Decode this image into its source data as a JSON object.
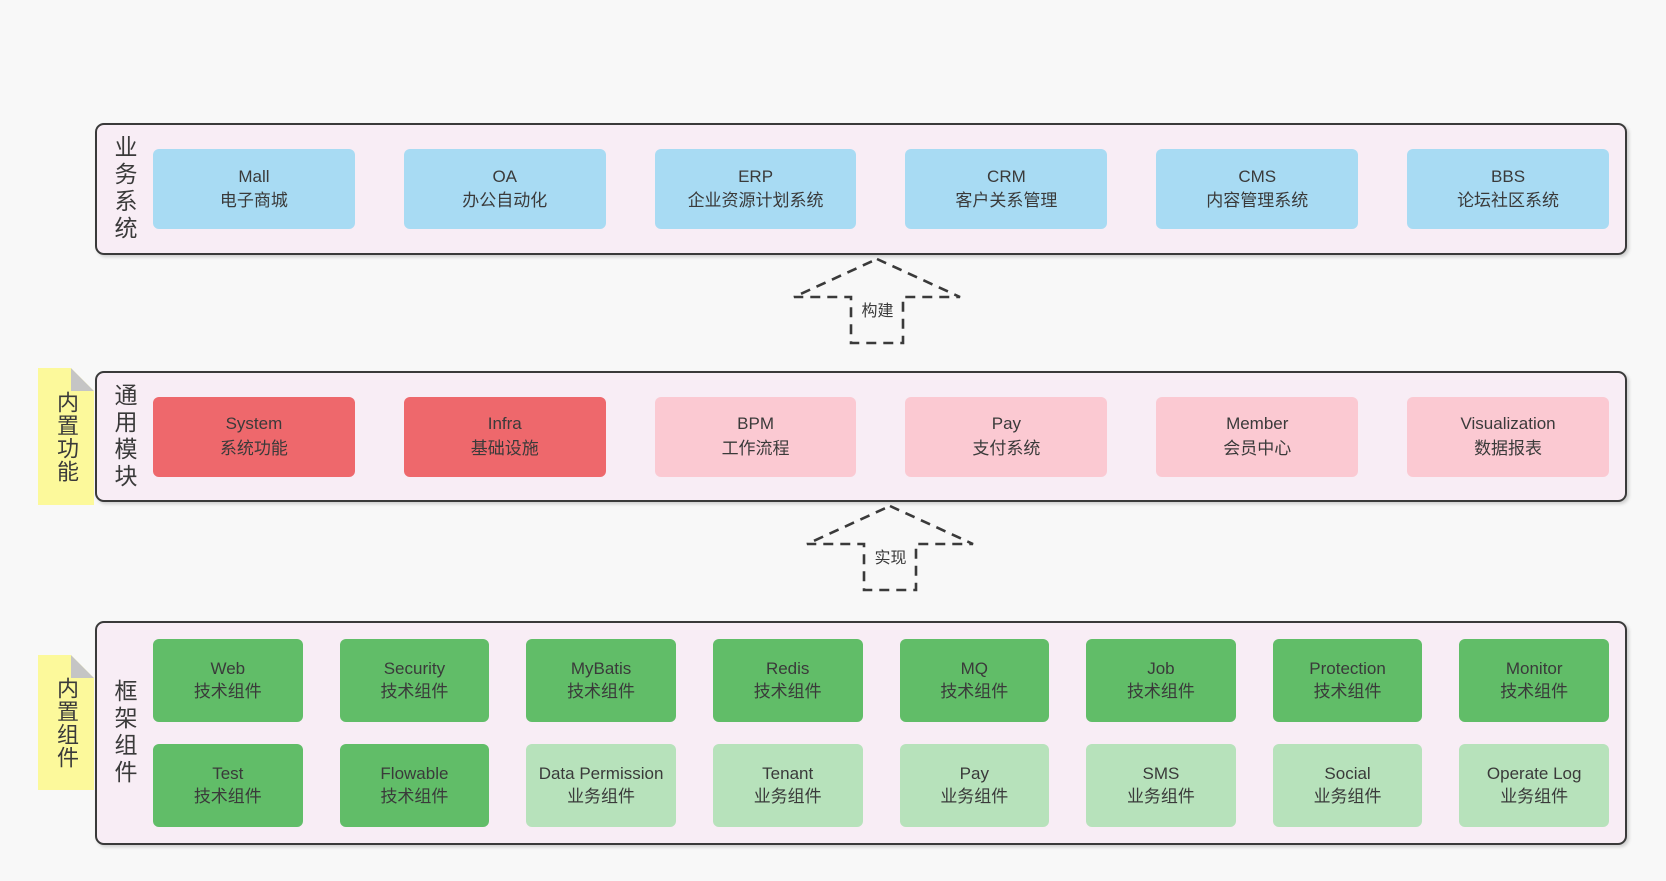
{
  "diagram": {
    "colors": {
      "page_bg": "#f8f8f8",
      "panel_bg": "#f8edf5",
      "line": "#3a3a3a",
      "text": "#3a3a3a",
      "blue": "#a8dbf3",
      "red": "#ee686c",
      "pink": "#fbc9d2",
      "green": "#61bd68",
      "light_green": "#b7e2bb",
      "note_yellow": "#fcf99b",
      "fold_gray": "#c5c5c5"
    },
    "arrows": [
      {
        "label": "构建"
      },
      {
        "label": "实现"
      }
    ],
    "layers": {
      "business": {
        "label": "业务系统",
        "boxes": [
          {
            "title": "Mall",
            "subtitle": "电子商城",
            "color": "blue"
          },
          {
            "title": "OA",
            "subtitle": "办公自动化",
            "color": "blue"
          },
          {
            "title": "ERP",
            "subtitle": "企业资源计划系统",
            "color": "blue"
          },
          {
            "title": "CRM",
            "subtitle": "客户关系管理",
            "color": "blue"
          },
          {
            "title": "CMS",
            "subtitle": "内容管理系统",
            "color": "blue"
          },
          {
            "title": "BBS",
            "subtitle": "论坛社区系统",
            "color": "blue"
          }
        ]
      },
      "modules": {
        "label": "通用模块",
        "note": "内置功能",
        "boxes": [
          {
            "title": "System",
            "subtitle": "系统功能",
            "color": "red"
          },
          {
            "title": "Infra",
            "subtitle": "基础设施",
            "color": "red"
          },
          {
            "title": "BPM",
            "subtitle": "工作流程",
            "color": "pink"
          },
          {
            "title": "Pay",
            "subtitle": "支付系统",
            "color": "pink"
          },
          {
            "title": "Member",
            "subtitle": "会员中心",
            "color": "pink"
          },
          {
            "title": "Visualization",
            "subtitle": "数据报表",
            "color": "pink"
          }
        ]
      },
      "components": {
        "label": "框架组件",
        "note": "内置组件",
        "rows": [
          [
            {
              "title": "Web",
              "subtitle": "技术组件",
              "color": "green"
            },
            {
              "title": "Security",
              "subtitle": "技术组件",
              "color": "green"
            },
            {
              "title": "MyBatis",
              "subtitle": "技术组件",
              "color": "green"
            },
            {
              "title": "Redis",
              "subtitle": "技术组件",
              "color": "green"
            },
            {
              "title": "MQ",
              "subtitle": "技术组件",
              "color": "green"
            },
            {
              "title": "Job",
              "subtitle": "技术组件",
              "color": "green"
            },
            {
              "title": "Protection",
              "subtitle": "技术组件",
              "color": "green"
            },
            {
              "title": "Monitor",
              "subtitle": "技术组件",
              "color": "green"
            }
          ],
          [
            {
              "title": "Test",
              "subtitle": "技术组件",
              "color": "green"
            },
            {
              "title": "Flowable",
              "subtitle": "技术组件",
              "color": "green"
            },
            {
              "title": "Data Permission",
              "subtitle": "业务组件",
              "color": "light_green"
            },
            {
              "title": "Tenant",
              "subtitle": "业务组件",
              "color": "light_green"
            },
            {
              "title": "Pay",
              "subtitle": "业务组件",
              "color": "light_green"
            },
            {
              "title": "SMS",
              "subtitle": "业务组件",
              "color": "light_green"
            },
            {
              "title": "Social",
              "subtitle": "业务组件",
              "color": "light_green"
            },
            {
              "title": "Operate Log",
              "subtitle": "业务组件",
              "color": "light_green"
            }
          ]
        ]
      }
    }
  }
}
